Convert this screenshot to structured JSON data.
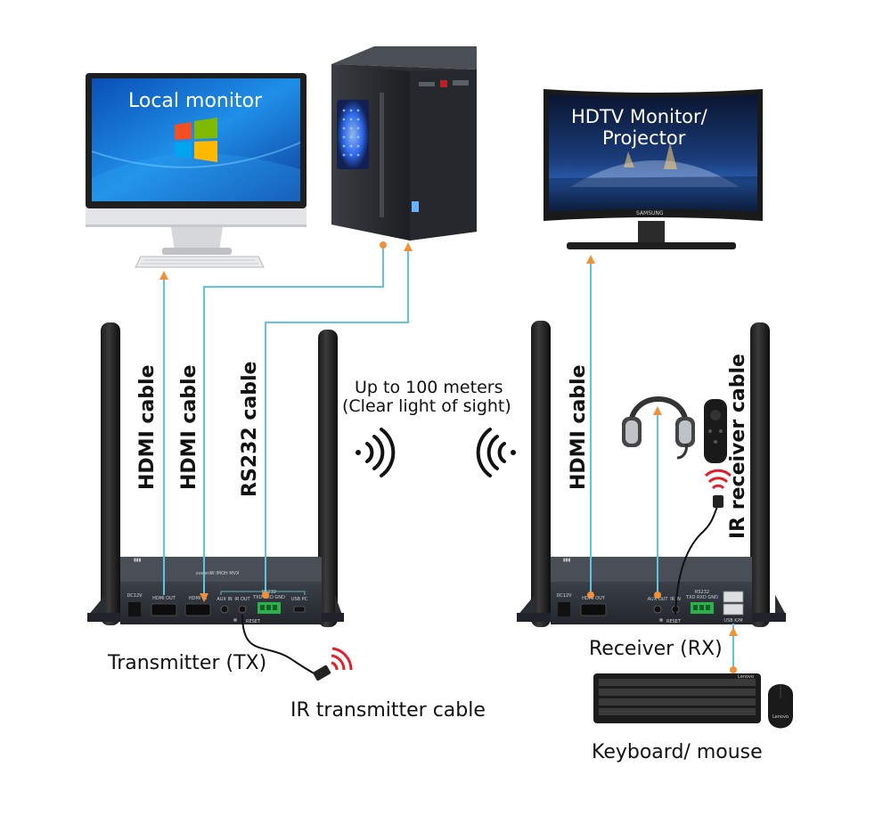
{
  "monitors": {
    "local_label": "Local monitor",
    "hdtv_label_line1": "HDTV Monitor/",
    "hdtv_label_line2": "Projector",
    "hdtv_brand": "SAMSUNG"
  },
  "cables": {
    "tx_hdmi_out": "HDMI cable",
    "tx_hdmi_in": "HDMI cable",
    "tx_rs232": "RS232 cable",
    "rx_hdmi_out": "HDMI cable",
    "rx_ir_receiver": "IR receiver cable"
  },
  "distance": {
    "line1": "Up to 100 meters",
    "line2": "(Clear light of sight)"
  },
  "devices": {
    "transmitter_label": "Transmitter (TX)",
    "receiver_label": "Receiver (RX)",
    "ir_transmitter_label": "IR transmitter cable",
    "keyboard_mouse_label": "Keyboard/ mouse",
    "keyboard_brand": "Lenovo",
    "mouse_brand": "Lenovo"
  },
  "tx_ports": {
    "dc": "DC12V",
    "hdmi_out": "HDMI OUT",
    "hdmi_in": "HDMI IN",
    "aux_in": "AUX IN",
    "ir_out": "IR OUT",
    "rs232": "RS232",
    "rs232_pins": "TXD RXD GND",
    "usb": "USB PC",
    "reset": "RESET",
    "top_text": "KVM HDMI Wireless"
  },
  "rx_ports": {
    "dc": "DC12V",
    "hdmi_out": "HDMI OUT",
    "aux_out": "AUX OUT",
    "ir_in": "IR IN",
    "rs232": "RS232",
    "rs232_pins": "TXD RXD GND",
    "usb": "USB K/M",
    "reset": "RESET"
  },
  "colors": {
    "cable": "#5fc4de",
    "plug": "#f0913a",
    "device_body": "#2b2f36",
    "screen_blue": "#1b6fd3"
  }
}
